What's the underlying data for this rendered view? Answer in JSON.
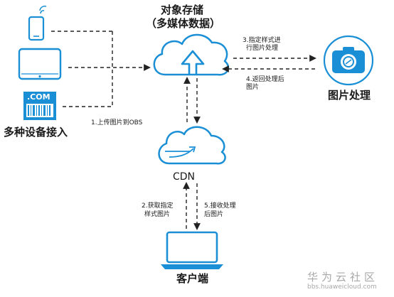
{
  "nodes": {
    "storage_title_line1": "对象存储",
    "storage_title_line2": "（多媒体数据）",
    "devices_label": "多种设备接入",
    "image_processing_label": "图片处理",
    "cdn_label": "CDN",
    "client_label": "客户端",
    "com_badge": ".COM"
  },
  "edges": {
    "upload": "1.上传图片到OBS",
    "step2_line1": "2.获取指定",
    "step2_line2": "样式图片",
    "step3_line1": "3.指定样式进",
    "step3_line2": "行图片处理",
    "step4_line1": "4.返回处理后",
    "step4_line2": "图片",
    "step5_line1": "5.接收处理",
    "step5_line2": "后图片"
  },
  "watermark": {
    "brand": "华为云社区",
    "url": "bbs.huaweicloud.com"
  },
  "colors": {
    "accent": "#1a8fd6",
    "dashed_line": "#222222",
    "text": "#1a1a1a",
    "watermark": "#a8a8a8"
  }
}
